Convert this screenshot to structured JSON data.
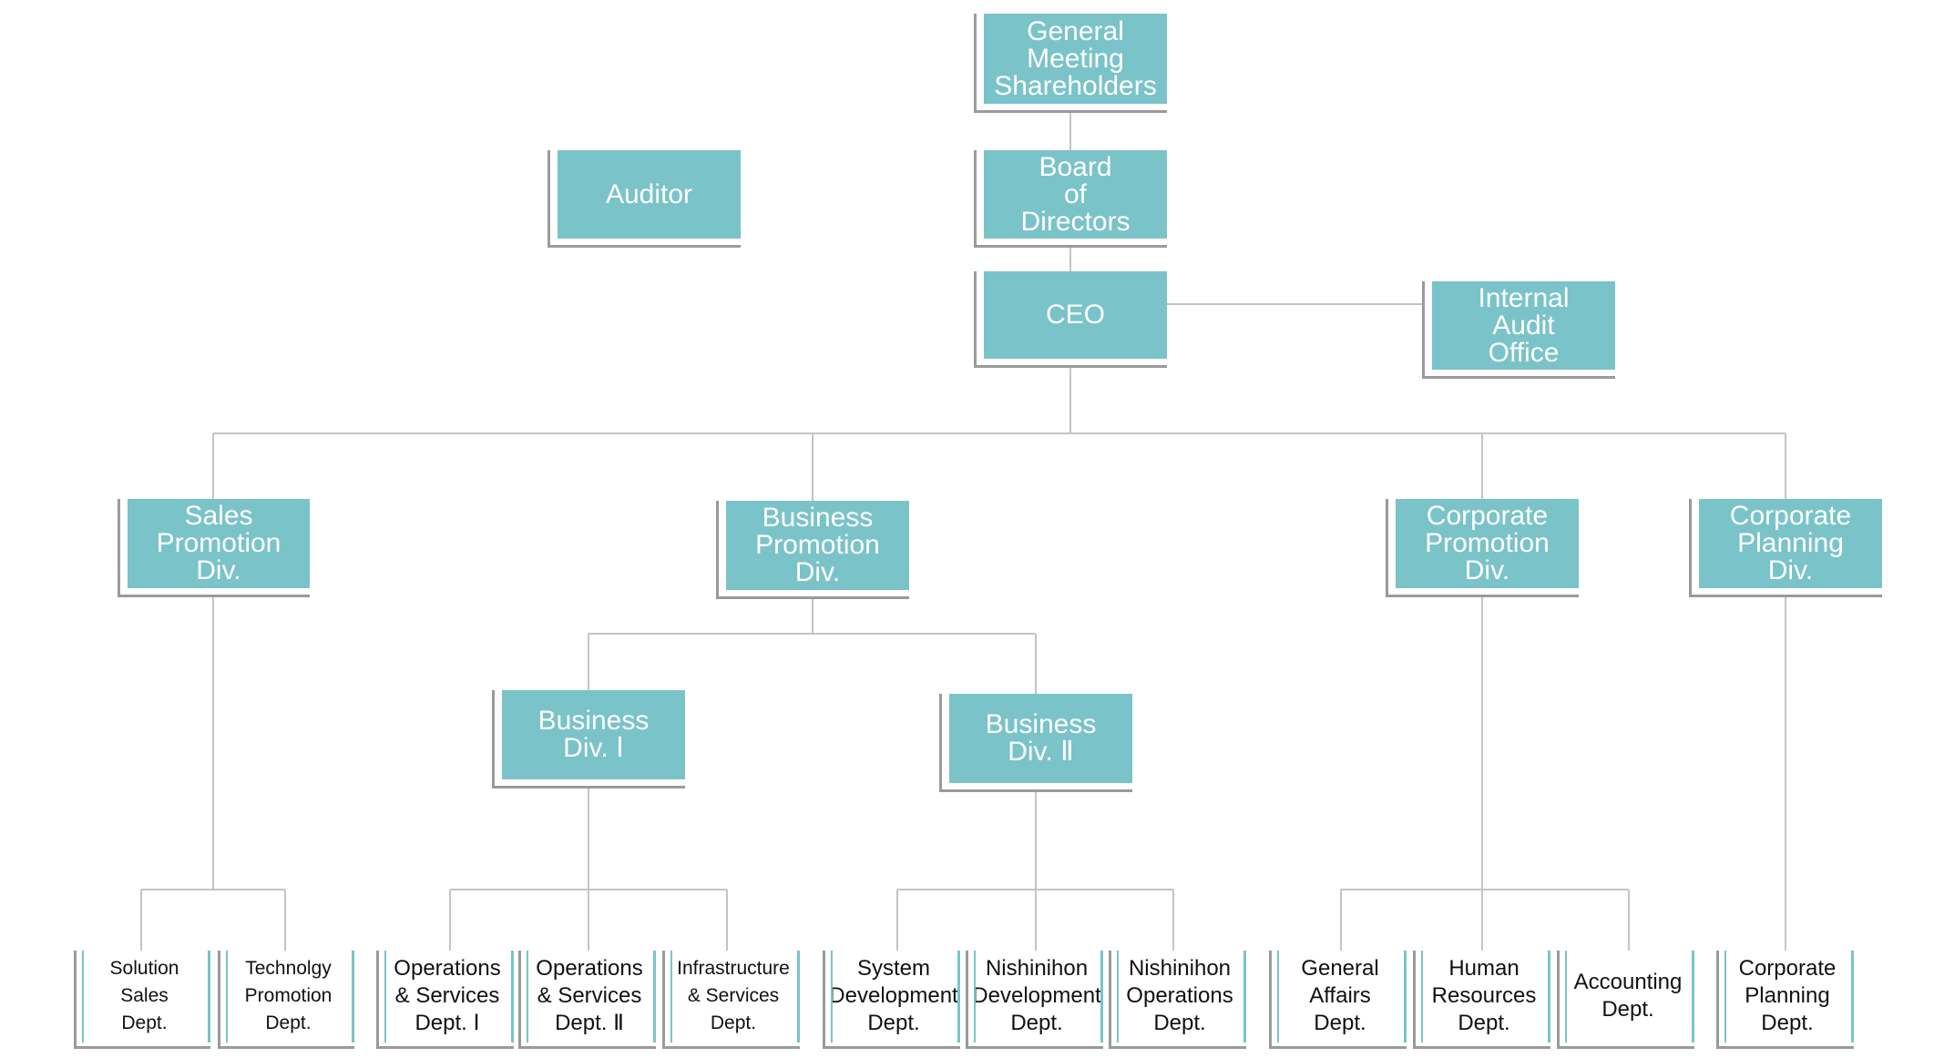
{
  "nodes": {
    "general_meeting": "General\nMeeting\nShareholders",
    "auditor": "Auditor",
    "board": "Board\nof\nDirectors",
    "ceo": "CEO",
    "internal_audit": "Internal\nAudit\nOffice",
    "sales_promotion": "Sales\nPromotion\nDiv.",
    "business_promotion": "Business\nPromotion\nDiv.",
    "corporate_promotion": "Corporate\nPromotion\nDiv.",
    "corporate_planning_div": "Corporate\nPlanning\nDiv.",
    "business_div_1": "Business\nDiv. Ⅰ",
    "business_div_2": "Business\nDiv. Ⅱ",
    "solution_sales": "Solution\nSales\nDept.",
    "technology_promotion": "Technolgy\nPromotion\nDept.",
    "operations_1": "Operations\n& Services\nDept. Ⅰ",
    "operations_2": "Operations\n& Services\nDept. Ⅱ",
    "infrastructure": "Infrastructure\n& Services\nDept.",
    "system_development": "System\nDevelopment\nDept.",
    "nishinihon_development": "Nishinihon\nDevelopment\nDept.",
    "nishinihon_operations": "Nishinihon\nOperations\nDept.",
    "general_affairs": "General\nAffairs\nDept.",
    "human_resources": "Human\nResources\nDept.",
    "accounting": "Accounting\nDept.",
    "corporate_planning_dept": "Corporate\nPlanning\nDept."
  },
  "colors": {
    "box_fill": "#7ac3c9",
    "connector": "#c4c4c4",
    "border": "#9a9a9a"
  }
}
